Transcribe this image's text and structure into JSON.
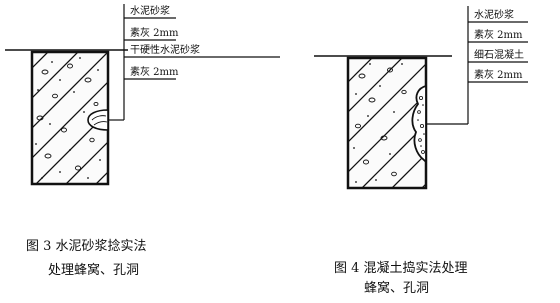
{
  "figures": [
    {
      "id": "fig3",
      "labels": [
        "水泥砂浆",
        "素灰 2mm",
        "干硬性水泥砂浆",
        "素灰 2mm"
      ],
      "caption_line1": "图 3  水泥砂浆捻实法",
      "caption_line2": "处理蜂窝、孔洞"
    },
    {
      "id": "fig4",
      "labels": [
        "水泥砂浆",
        "素灰 2mm",
        "细石混凝土",
        "素灰 2mm"
      ],
      "caption_line1": "图 4  混凝土捣实法处理",
      "caption_line2": "蜂窝、孔洞"
    }
  ]
}
